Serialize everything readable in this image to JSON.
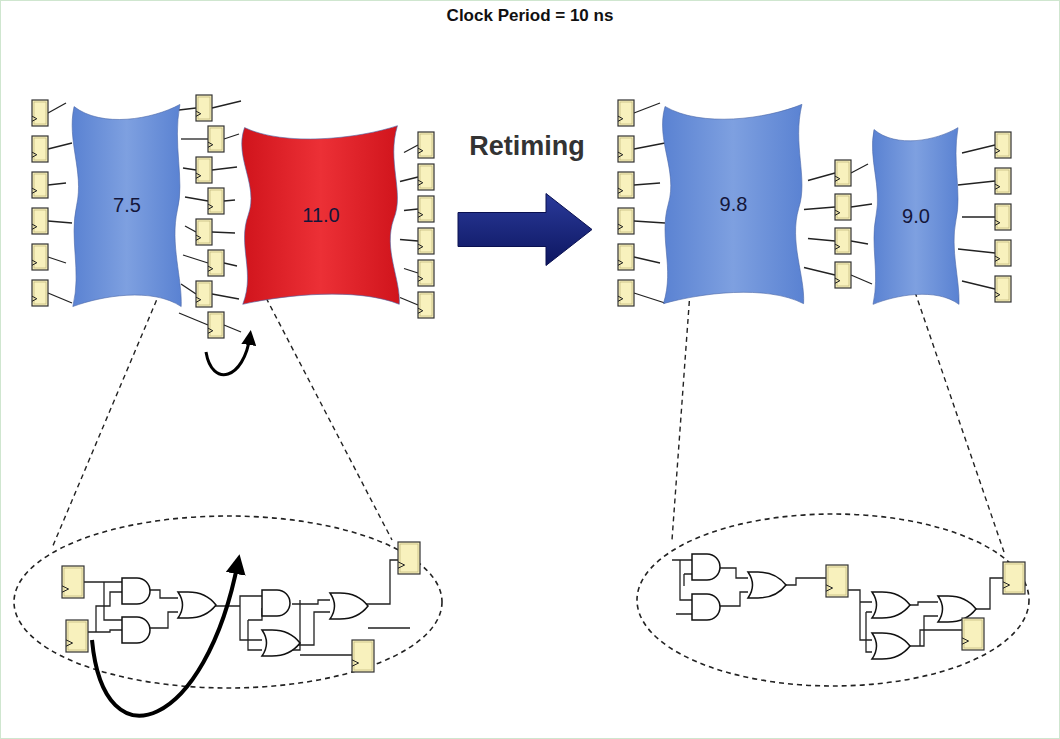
{
  "diagram": {
    "title": "Clock Period = 10 ns",
    "nodes": [
      {
        "text": [
          "7.5"
        ]
      },
      {
        "text": [
          "11.0"
        ]
      },
      {
        "text": [
          "9.8"
        ]
      },
      {
        "text": [
          "9.0"
        ]
      }
    ],
    "edges": [
      {
        "from": 1,
        "to": 2,
        "arrow": "to",
        "label": "Retiming"
      }
    ]
  }
}
